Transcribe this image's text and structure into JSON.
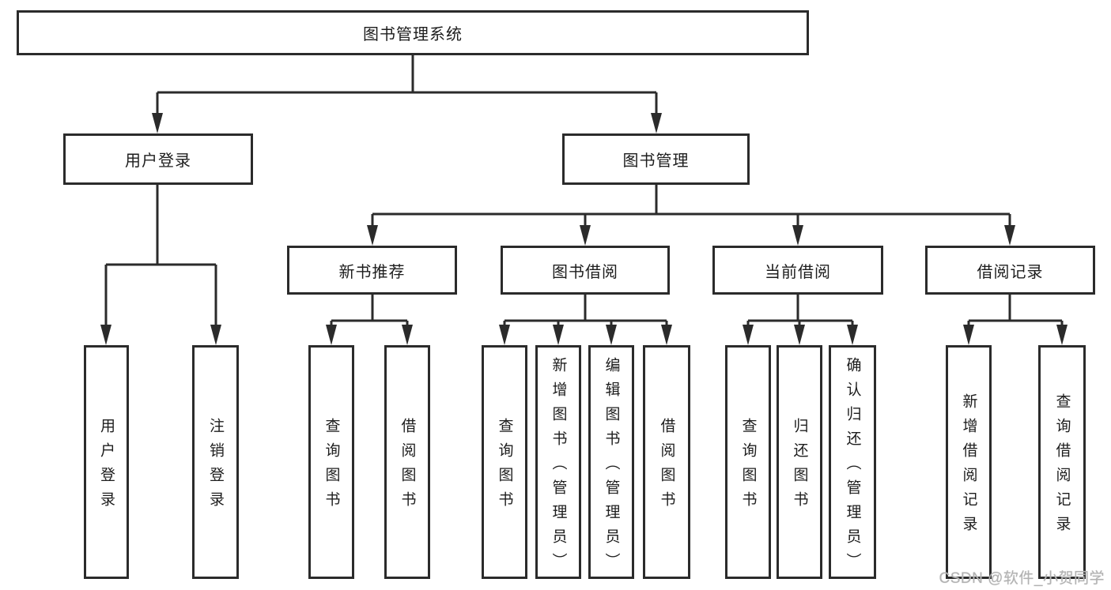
{
  "colors": {
    "line": "#2b2b2b",
    "box_border": "#2b2b2b",
    "box_background": "#ffffff",
    "text": "#1d1d1d",
    "watermark": "#b2b2b2"
  },
  "tree": {
    "root": {
      "label": "图书管理系统"
    },
    "branches": [
      {
        "label": "用户登录",
        "leaves": [
          {
            "label": "用户登录"
          },
          {
            "label": "注销登录"
          }
        ]
      },
      {
        "label": "图书管理",
        "groups": [
          {
            "label": "新书推荐",
            "leaves": [
              {
                "label": "查询图书"
              },
              {
                "label": "借阅图书"
              }
            ]
          },
          {
            "label": "图书借阅",
            "leaves": [
              {
                "label": "查询图书"
              },
              {
                "label": "新增图书（管理员）"
              },
              {
                "label": "编辑图书（管理员）"
              },
              {
                "label": "借阅图书"
              }
            ]
          },
          {
            "label": "当前借阅",
            "leaves": [
              {
                "label": "查询图书"
              },
              {
                "label": "归还图书"
              },
              {
                "label": "确认归还（管理员）"
              }
            ]
          },
          {
            "label": "借阅记录",
            "leaves": [
              {
                "label": "新增借阅记录"
              },
              {
                "label": "查询借阅记录"
              }
            ]
          }
        ]
      }
    ]
  },
  "watermark": {
    "text": "CSDN @软件_小贺同学"
  }
}
